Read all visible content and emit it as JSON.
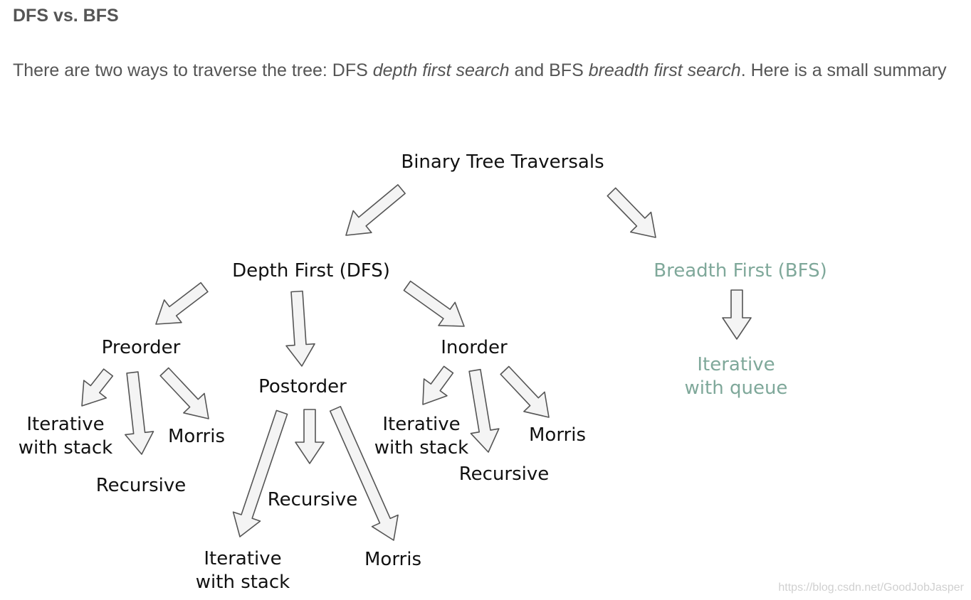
{
  "heading": "DFS vs. BFS",
  "intro": {
    "part1": "There are two ways to traverse the tree: DFS ",
    "dfs_em": "depth first search",
    "part2": " and BFS ",
    "bfs_em": "breadth first search",
    "part3": ". Here is a small summary"
  },
  "diagram": {
    "root": "Binary Tree Traversals",
    "dfs": "Depth First (DFS)",
    "bfs": "Breadth First (BFS)",
    "preorder": "Preorder",
    "postorder": "Postorder",
    "inorder": "Inorder",
    "iterative_line1": "Iterative",
    "iterative_line2": "with stack",
    "morris": "Morris",
    "recursive": "Recursive",
    "bfs_iter_line1": "Iterative",
    "bfs_iter_line2": "with queue",
    "bfs_color": "#7fa89a"
  },
  "watermark": "https://blog.csdn.net/GoodJobJasper"
}
